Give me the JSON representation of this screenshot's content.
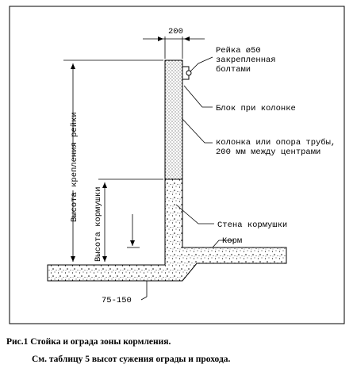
{
  "dimension_top": "200",
  "labels": {
    "rail_line1": "Рейка ø50",
    "rail_line2": "закрепленная",
    "rail_line3": "болтами",
    "block": "Блок при колонке",
    "column_line1": "колонка или опора трубы,",
    "column_line2": "200 мм между центрами",
    "trough_wall": "Стена кормушки",
    "feed": "Корм",
    "bottom_dim": "75-150",
    "rail_height": "Высота крепления рейки",
    "trough_height": "Высота кормушки"
  },
  "caption": {
    "line1": "Рис.1 Стойка и ограда зоны кормления.",
    "line2": "См. таблицу 5 высот сужения ограды и прохода."
  }
}
